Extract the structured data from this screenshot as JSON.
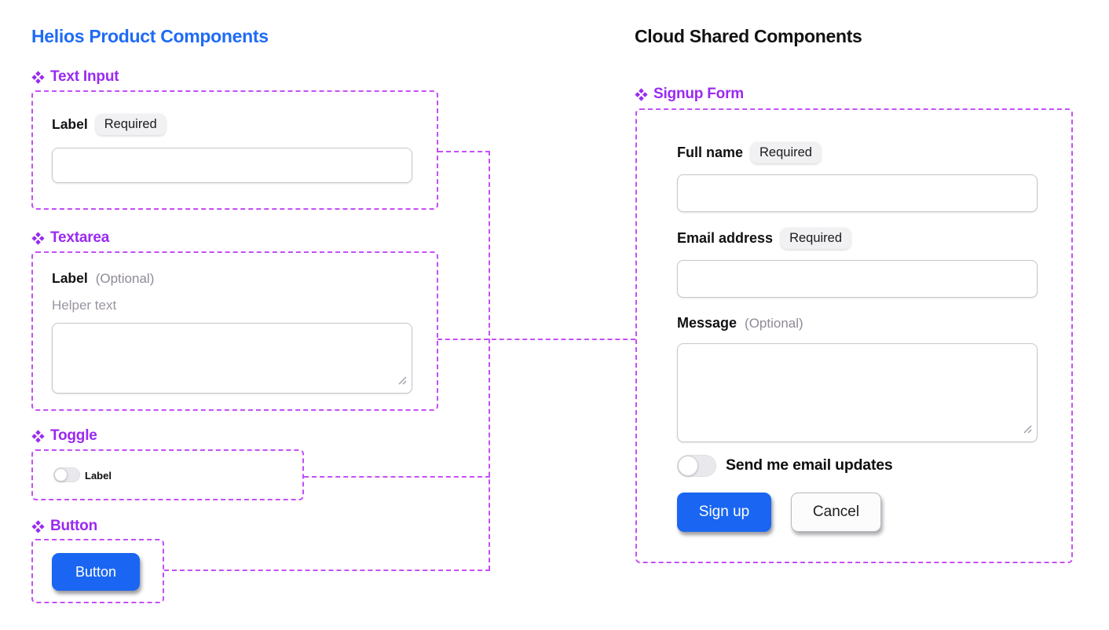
{
  "colors": {
    "left_title_blue": "#1f6bf5",
    "component_label_purple": "#9a29f2",
    "frame_dash_purple": "#c44ff7",
    "primary_button_blue": "#1a66f2",
    "badge_background": "#f1f1f4"
  },
  "icons": {
    "component_icon": "four-diamonds-component-icon",
    "resize_icon": "textarea-resize-handle-icon"
  },
  "left": {
    "title": "Helios Product Components",
    "text_input": {
      "section_label": "Text Input",
      "field_label": "Label",
      "badge": "Required",
      "value": "",
      "placeholder": ""
    },
    "textarea": {
      "section_label": "Textarea",
      "field_label": "Label",
      "optional_suffix": "(Optional)",
      "helper_text": "Helper text",
      "value": "",
      "placeholder": ""
    },
    "toggle": {
      "section_label": "Toggle",
      "toggle_label": "Label",
      "state": "off"
    },
    "button": {
      "section_label": "Button",
      "button_label": "Button"
    }
  },
  "right": {
    "title": "Cloud Shared Components",
    "signup_form": {
      "section_label": "Signup Form",
      "fields": [
        {
          "label": "Full name",
          "badge": "Required",
          "type": "input",
          "value": "",
          "placeholder": ""
        },
        {
          "label": "Email address",
          "badge": "Required",
          "type": "input",
          "value": "",
          "placeholder": ""
        },
        {
          "label": "Message",
          "suffix": "(Optional)",
          "type": "textarea",
          "value": "",
          "placeholder": ""
        }
      ],
      "toggle_label": "Send me email updates",
      "toggle_state": "off",
      "submit_label": "Sign up",
      "cancel_label": "Cancel"
    }
  }
}
